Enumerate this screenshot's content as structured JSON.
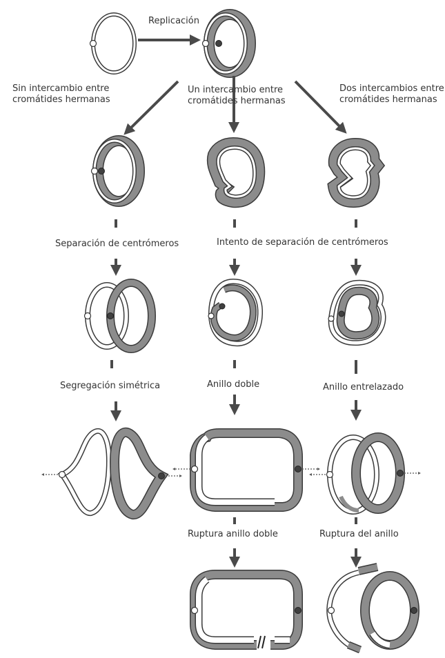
{
  "labels": {
    "replication": "Replicación",
    "no_exchange": [
      "Sin intercambio entre",
      "cromátides hermanas"
    ],
    "one_exchange": [
      "Un intercambio entre",
      "cromátides hermanas"
    ],
    "two_exchanges": [
      "Dos intercambios entre",
      "cromátides hermanas"
    ],
    "separation": "Separación de centrómeros",
    "attempted_separation": "Intento de separación de centrómeros",
    "symmetric_segregation": "Segregación simétrica",
    "double_ring": "Anillo doble",
    "interlocked_ring": "Anillo entrelazado",
    "double_ring_break": "Ruptura anillo doble",
    "ring_break": "Ruptura del anillo"
  },
  "colors": {
    "outline": "#3a3a3a",
    "shaded_chromatid": "#8c8c8c",
    "white_chromatid": "#ffffff",
    "arrow": "#4a4a4a",
    "centromere_dark": "#404040"
  }
}
